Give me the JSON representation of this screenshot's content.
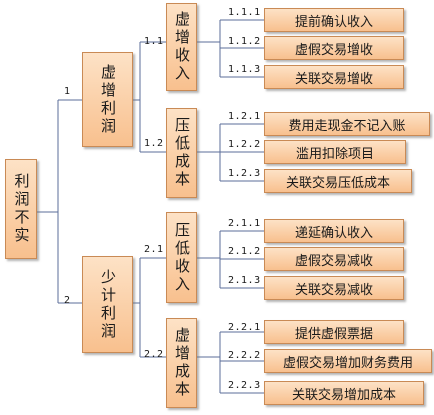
{
  "root": {
    "label": "利润不实"
  },
  "branches": [
    {
      "num": "1",
      "label": "虚增利润",
      "subs": [
        {
          "num": "1.1",
          "label": "虚增收入",
          "leaves": [
            {
              "num": "1.1.1",
              "label": "提前确认收入"
            },
            {
              "num": "1.1.2",
              "label": "虚假交易增收"
            },
            {
              "num": "1.1.3",
              "label": "关联交易增收"
            }
          ]
        },
        {
          "num": "1.2",
          "label": "压低成本",
          "leaves": [
            {
              "num": "1.2.1",
              "label": "费用走现金不记入账"
            },
            {
              "num": "1.2.2",
              "label": "滥用扣除项目"
            },
            {
              "num": "1.2.3",
              "label": "关联交易压低成本"
            }
          ]
        }
      ]
    },
    {
      "num": "2",
      "label": "少计利润",
      "subs": [
        {
          "num": "2.1",
          "label": "压低收入",
          "leaves": [
            {
              "num": "2.1.1",
              "label": "递延确认收入"
            },
            {
              "num": "2.1.2",
              "label": "虚假交易减收"
            },
            {
              "num": "2.1.3",
              "label": "关联交易减收"
            }
          ]
        },
        {
          "num": "2.2",
          "label": "虚增成本",
          "leaves": [
            {
              "num": "2.2.1",
              "label": "提供虚假票据"
            },
            {
              "num": "2.2.2",
              "label": "虚假交易增加财务费用"
            },
            {
              "num": "2.2.3",
              "label": "关联交易增加成本"
            }
          ]
        }
      ]
    }
  ],
  "colors": {
    "box_top": "#fde2c6",
    "box_bottom": "#f8c08e",
    "box_border": "#c98a55",
    "connector": "#5b6e9a"
  }
}
